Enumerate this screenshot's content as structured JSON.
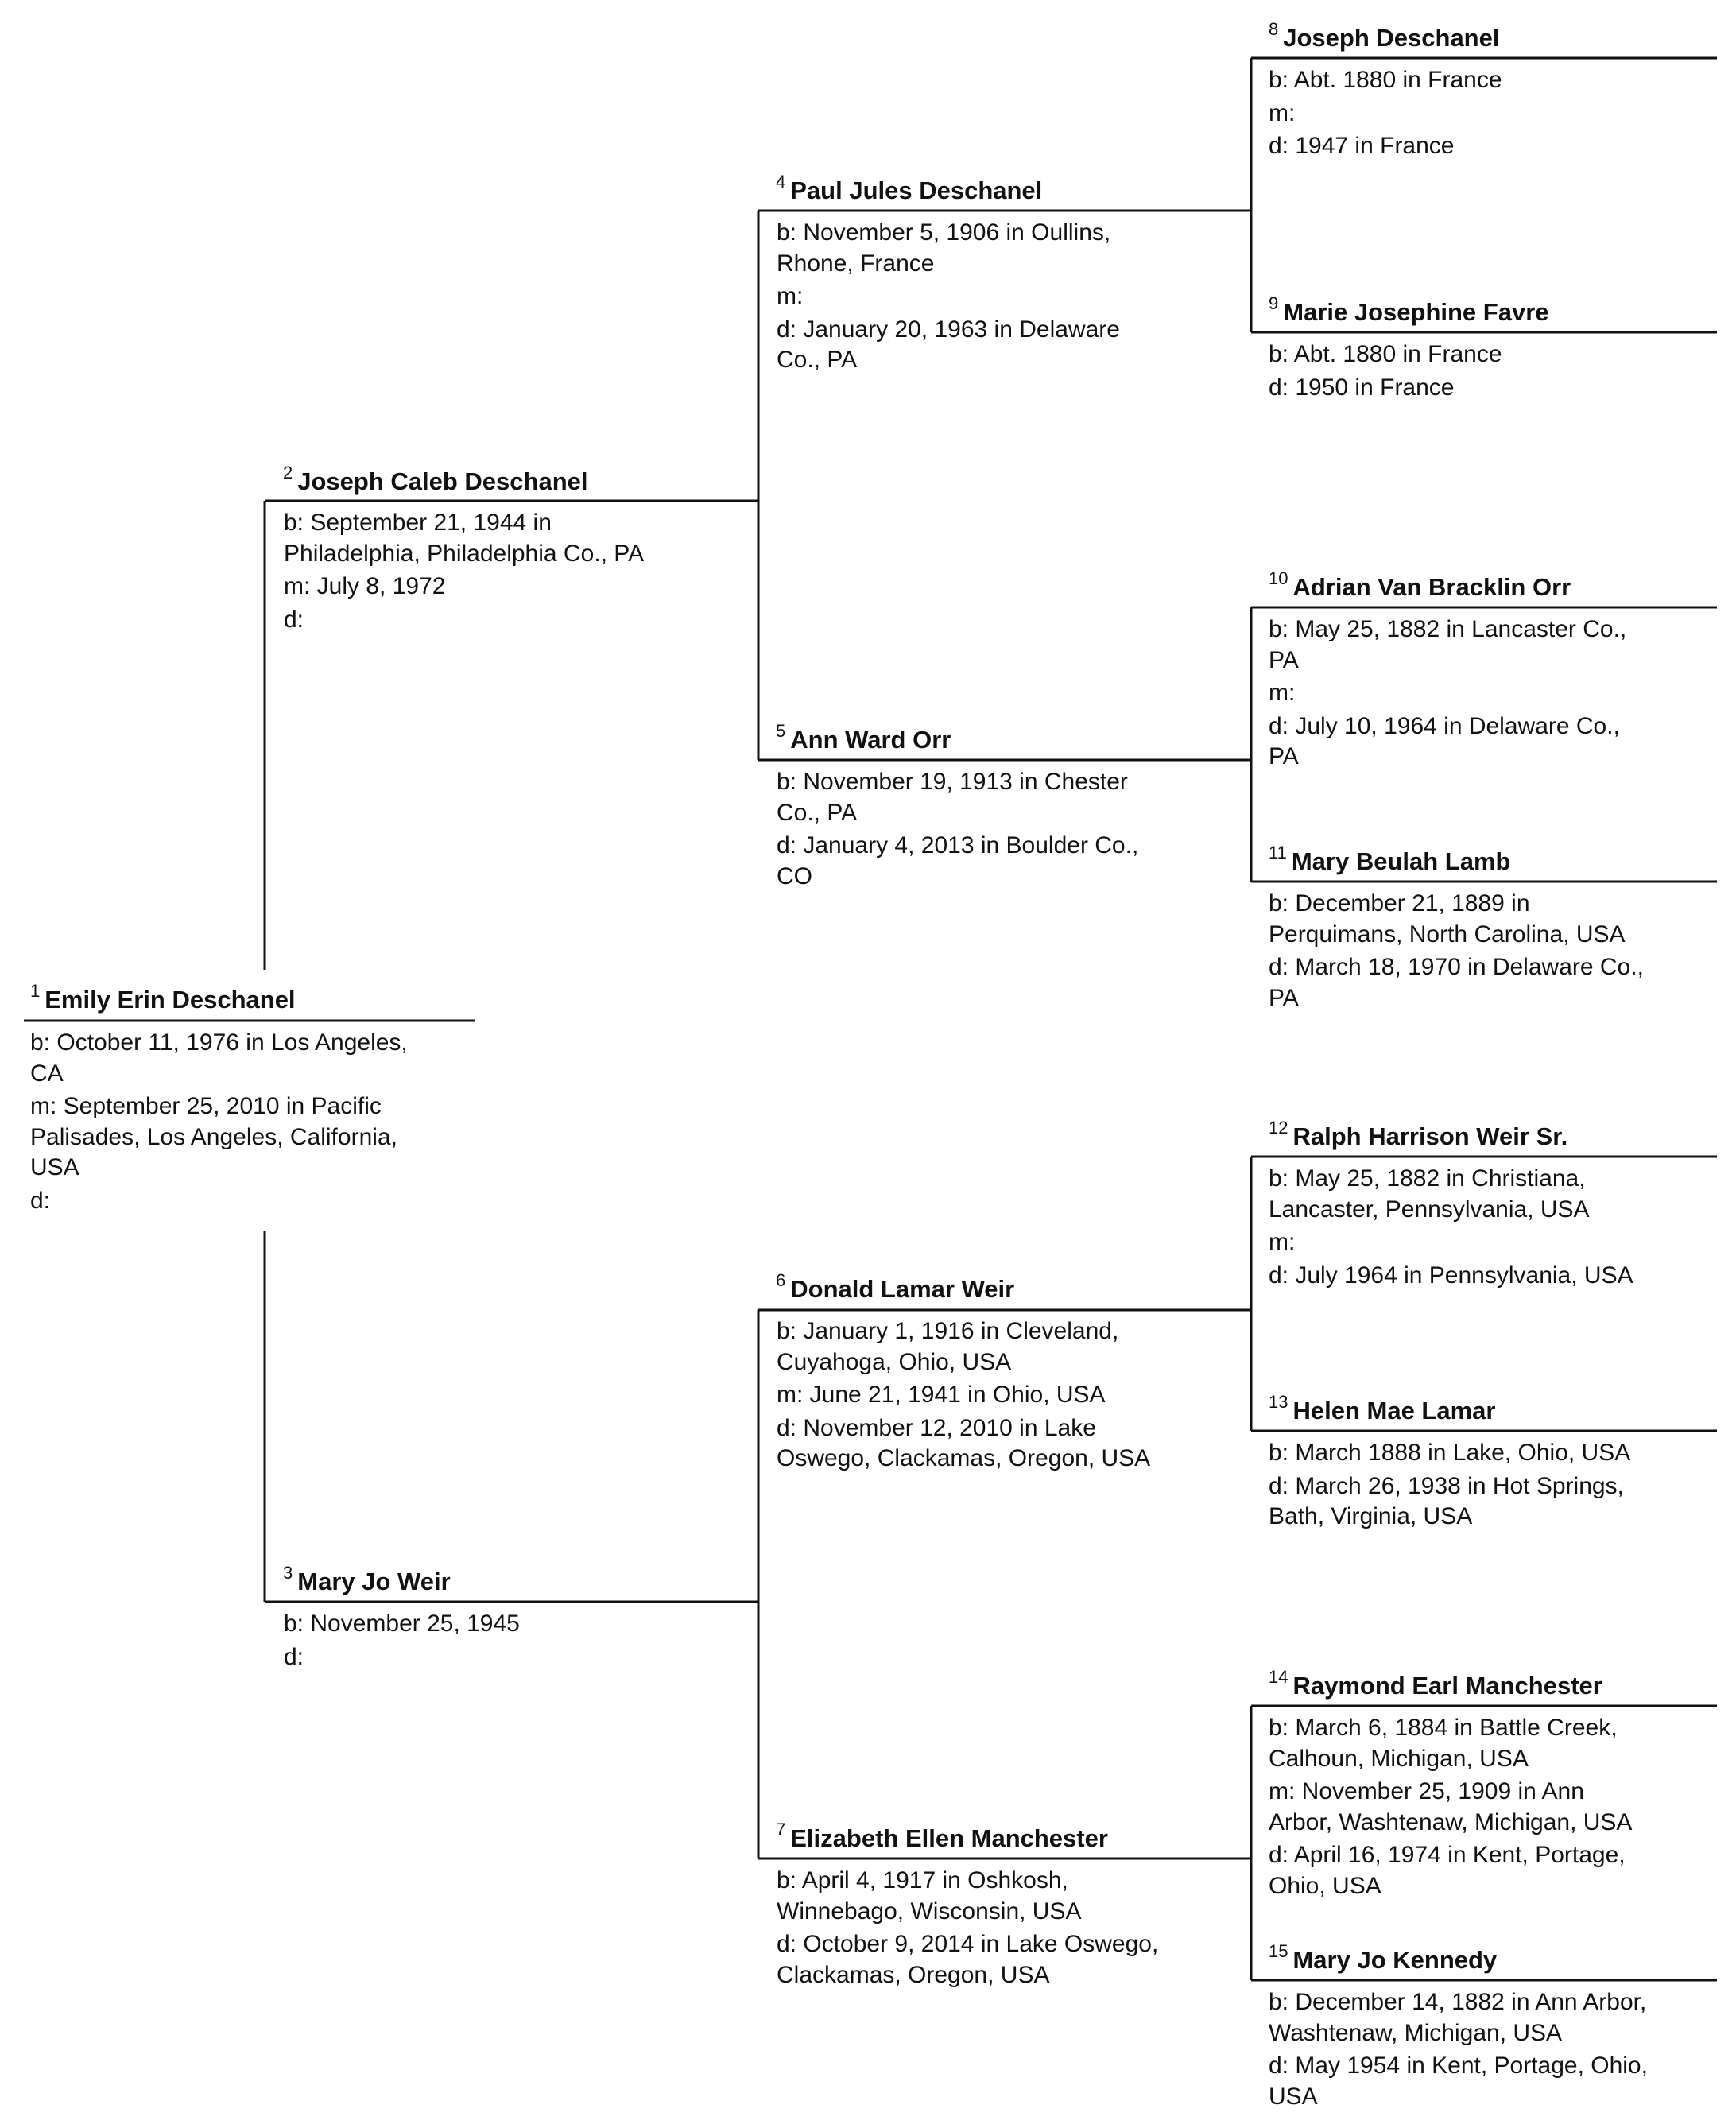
{
  "persons": [
    {
      "num": "1",
      "name": "Emily Erin Deschanel",
      "facts": [
        "b: October 11, 1976 in Los Angeles,\nCA",
        "m: September 25, 2010 in Pacific\nPalisades, Los Angeles, California,\nUSA",
        "d:"
      ]
    },
    {
      "num": "2",
      "name": "Joseph Caleb Deschanel",
      "facts": [
        "b: September 21, 1944 in\nPhiladelphia, Philadelphia Co., PA",
        "m: July 8, 1972",
        "d:"
      ]
    },
    {
      "num": "3",
      "name": "Mary Jo Weir",
      "facts": [
        "b: November 25, 1945",
        "d:"
      ]
    },
    {
      "num": "4",
      "name": "Paul Jules Deschanel",
      "facts": [
        "b: November 5, 1906 in Oullins,\nRhone, France",
        "m:",
        "d: January 20, 1963 in Delaware\nCo., PA"
      ]
    },
    {
      "num": "5",
      "name": "Ann Ward Orr",
      "facts": [
        "b: November 19, 1913 in Chester\nCo., PA",
        "d: January 4, 2013 in Boulder Co.,\nCO"
      ]
    },
    {
      "num": "6",
      "name": "Donald Lamar Weir",
      "facts": [
        "b: January 1, 1916 in Cleveland,\nCuyahoga, Ohio, USA",
        "m: June 21, 1941 in Ohio, USA",
        "d: November 12, 2010 in Lake\nOswego, Clackamas, Oregon, USA"
      ]
    },
    {
      "num": "7",
      "name": "Elizabeth Ellen Manchester",
      "facts": [
        "b: April 4, 1917 in Oshkosh,\nWinnebago, Wisconsin, USA",
        "d: October 9, 2014 in Lake Oswego,\nClackamas, Oregon, USA"
      ]
    },
    {
      "num": "8",
      "name": "Joseph Deschanel",
      "facts": [
        "b: Abt. 1880 in France",
        "m:",
        "d: 1947 in France"
      ]
    },
    {
      "num": "9",
      "name": "Marie Josephine Favre",
      "facts": [
        "b: Abt. 1880 in France",
        "d: 1950 in France"
      ]
    },
    {
      "num": "10",
      "name": "Adrian Van Bracklin Orr",
      "facts": [
        "b: May 25, 1882 in Lancaster Co.,\nPA",
        "m:",
        "d: July 10, 1964 in Delaware Co.,\nPA"
      ]
    },
    {
      "num": "11",
      "name": "Mary Beulah Lamb",
      "facts": [
        "b: December 21, 1889 in\nPerquimans, North Carolina, USA",
        "d: March 18, 1970 in Delaware Co.,\nPA"
      ]
    },
    {
      "num": "12",
      "name": "Ralph Harrison Weir Sr.",
      "facts": [
        "b: May 25, 1882 in Christiana,\nLancaster, Pennsylvania, USA",
        "m:",
        "d: July 1964 in Pennsylvania, USA"
      ]
    },
    {
      "num": "13",
      "name": "Helen Mae Lamar",
      "facts": [
        "b: March 1888 in Lake, Ohio, USA",
        "d: March 26, 1938 in Hot Springs,\nBath, Virginia, USA"
      ]
    },
    {
      "num": "14",
      "name": "Raymond Earl Manchester",
      "facts": [
        "b: March 6, 1884 in Battle Creek,\nCalhoun, Michigan, USA",
        "m: November 25, 1909 in Ann\nArbor, Washtenaw, Michigan, USA",
        "d: April 16, 1974 in Kent, Portage,\nOhio, USA"
      ]
    },
    {
      "num": "15",
      "name": "Mary Jo Kennedy",
      "facts": [
        "b: December 14, 1882 in Ann Arbor,\nWashtenaw, Michigan, USA",
        "d: May 1954 in Kent, Portage, Ohio,\nUSA"
      ]
    }
  ]
}
